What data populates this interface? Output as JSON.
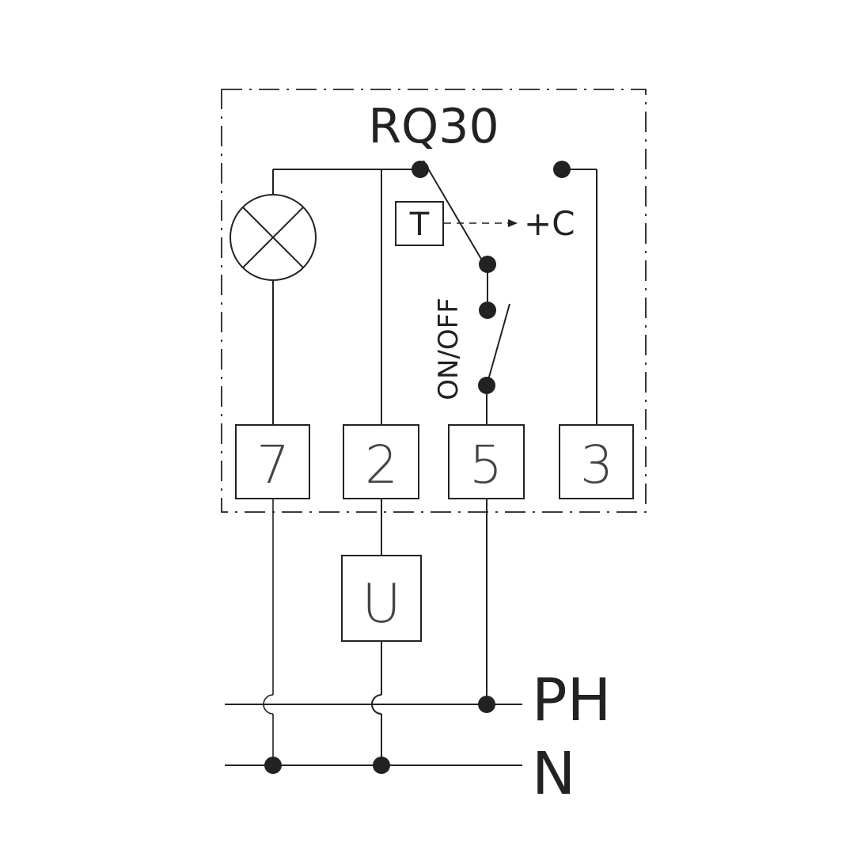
{
  "device": {
    "title": "RQ30"
  },
  "components": {
    "thermostat_label": "T",
    "setpoint_label": "+C",
    "switch_label": "ON/OFF",
    "load_label": "U"
  },
  "terminals": [
    "7",
    "2",
    "5",
    "3"
  ],
  "supply": {
    "phase_label": "PH",
    "neutral_label": "N"
  }
}
